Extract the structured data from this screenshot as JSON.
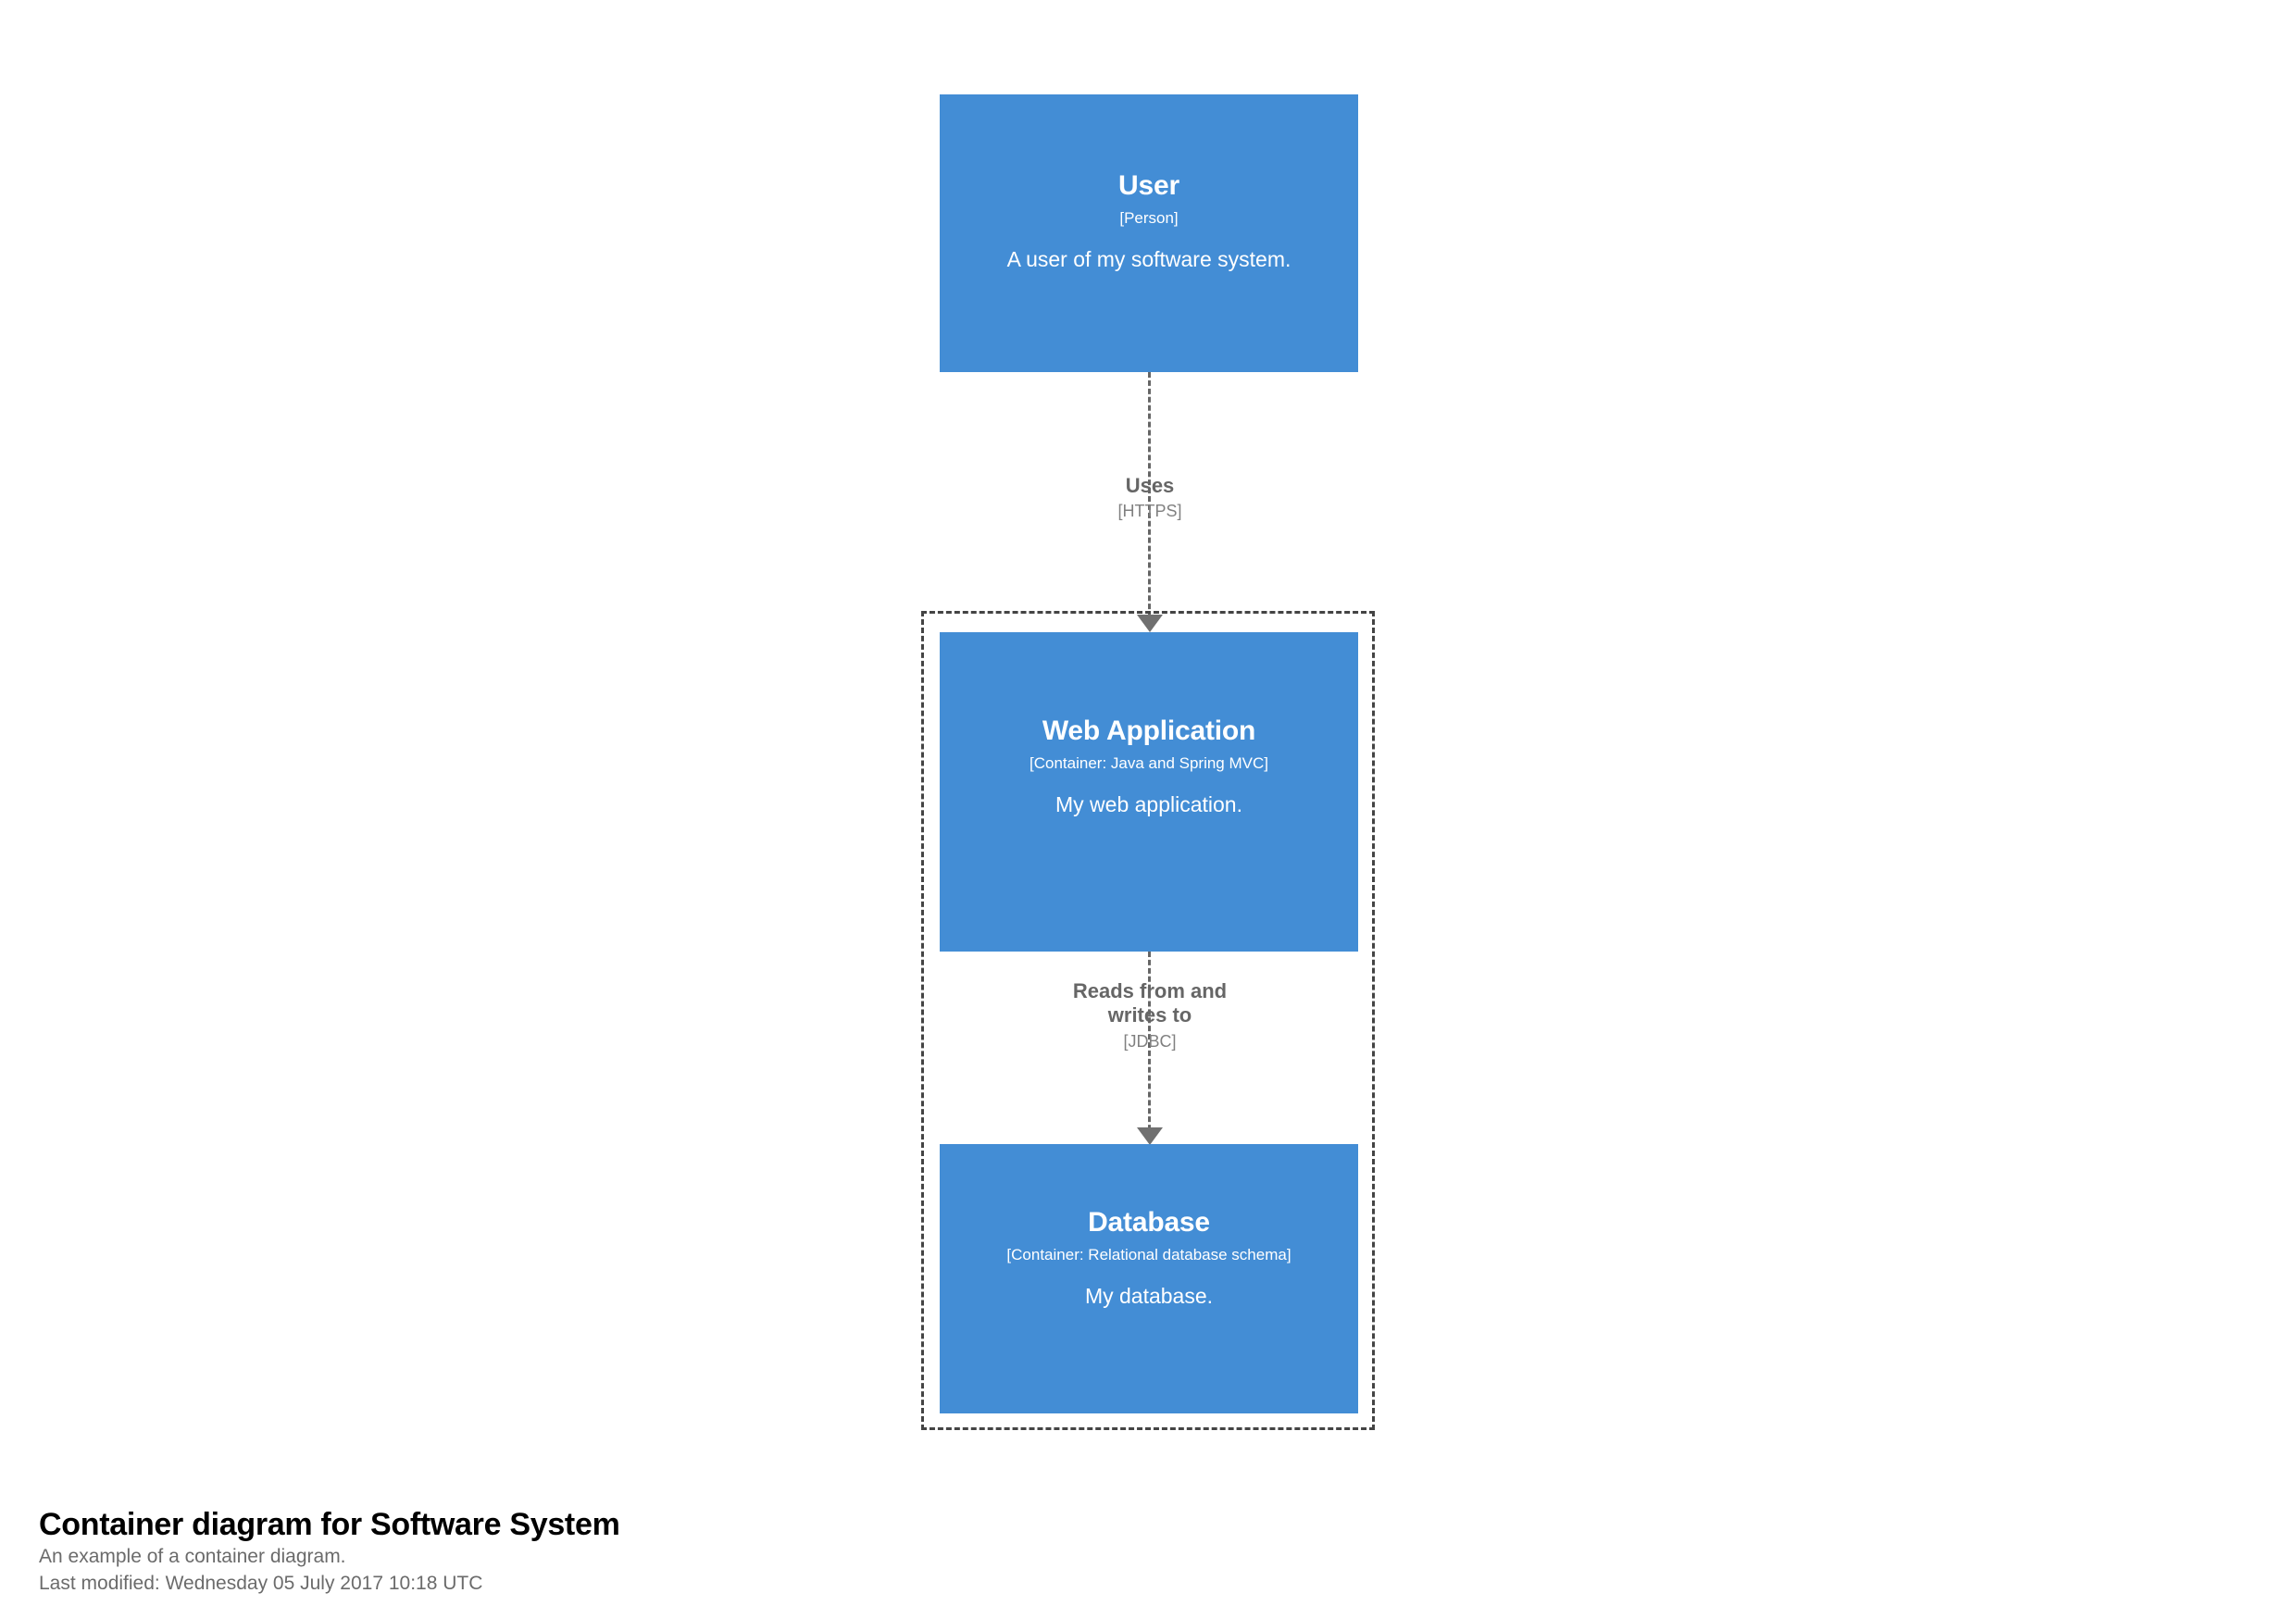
{
  "diagram": {
    "type": "c4-container-diagram",
    "accent_color": "#438dd5",
    "boundary": {
      "style": "dashed",
      "color": "#444444",
      "label": ""
    },
    "elements": [
      {
        "id": "user",
        "name": "User",
        "technology": "[Person]",
        "description": "A user of my software system.",
        "color": "#438dd5",
        "inside_boundary": false
      },
      {
        "id": "webapp",
        "name": "Web Application",
        "technology": "[Container: Java and Spring MVC]",
        "description": "My web application.",
        "color": "#438dd5",
        "inside_boundary": true
      },
      {
        "id": "database",
        "name": "Database",
        "technology": "[Container: Relational database schema]",
        "description": "My database.",
        "color": "#438dd5",
        "inside_boundary": true
      }
    ],
    "relationships": [
      {
        "id": "uses",
        "source": "user",
        "destination": "webapp",
        "description": "Uses",
        "technology": "[HTTPS]",
        "style": "dashed",
        "color": "#666666"
      },
      {
        "id": "reads-writes",
        "source": "webapp",
        "destination": "database",
        "description": "Reads from and\nwrites to",
        "technology": "[JDBC]",
        "style": "dashed",
        "color": "#666666"
      }
    ]
  },
  "caption": {
    "title": "Container diagram for Software System",
    "subtitle": "An example of a container diagram.",
    "last_modified": "Last modified: Wednesday 05 July 2017 10:18 UTC"
  }
}
